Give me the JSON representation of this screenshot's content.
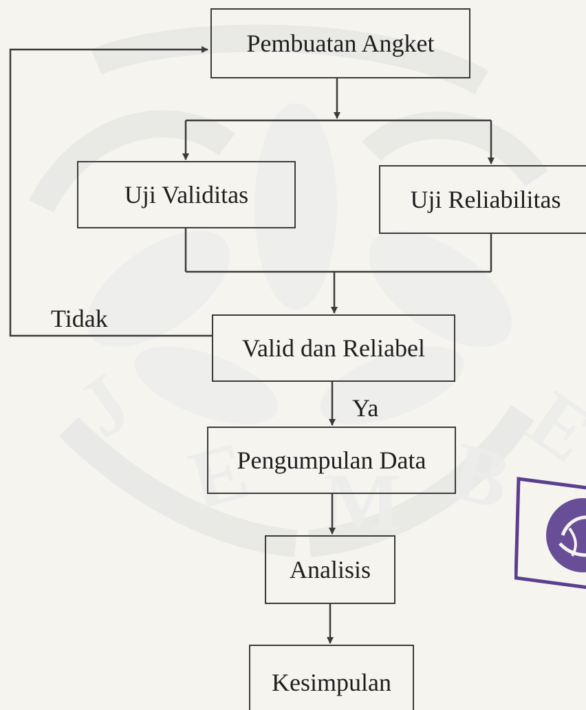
{
  "flowchart": {
    "nodes": {
      "pembuatan_angket": "Pembuatan Angket",
      "uji_validitas": "Uji Validitas",
      "uji_reliabilitas": "Uji Reliabilitas",
      "valid_dan_reliabel": "Valid dan Reliabel",
      "pengumpulan_data": "Pengumpulan Data",
      "analisis": "Analisis",
      "kesimpulan": "Kesimpulan"
    },
    "edge_labels": {
      "tidak": "Tidak",
      "ya": "Ya"
    }
  },
  "colors": {
    "line": "#3a3a3a",
    "text": "#1e1e1e",
    "background": "#f6f4ef",
    "watermark": "#e9eae7",
    "stamp": "#5b3f8f"
  }
}
